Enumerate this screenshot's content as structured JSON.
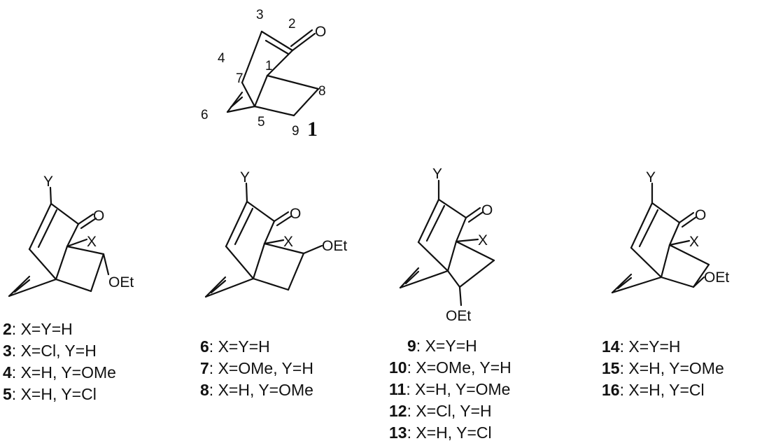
{
  "parent": {
    "id": "1",
    "positions": [
      "1",
      "2",
      "3",
      "4",
      "5",
      "6",
      "7",
      "8",
      "9"
    ],
    "oxygen": "O"
  },
  "atoms": {
    "Y": "Y",
    "X": "X",
    "O": "O",
    "OEt": "OEt"
  },
  "groups": [
    {
      "rows": [
        {
          "id": "2",
          "text": ": X=Y=H"
        },
        {
          "id": "3",
          "text": ": X=Cl, Y=H"
        },
        {
          "id": "4",
          "text": ": X=H, Y=OMe"
        },
        {
          "id": "5",
          "text": ": X=H, Y=Cl"
        }
      ]
    },
    {
      "rows": [
        {
          "id": "6",
          "text": ": X=Y=H"
        },
        {
          "id": "7",
          "text": ": X=OMe, Y=H"
        },
        {
          "id": "8",
          "text": ": X=H, Y=OMe"
        }
      ]
    },
    {
      "rows": [
        {
          "id": "9",
          "text": ": X=Y=H"
        },
        {
          "id": "10",
          "text": ": X=OMe, Y=H"
        },
        {
          "id": "11",
          "text": ": X=H, Y=OMe"
        },
        {
          "id": "12",
          "text": ": X=Cl, Y=H"
        },
        {
          "id": "13",
          "text": ": X=H, Y=Cl"
        }
      ]
    },
    {
      "rows": [
        {
          "id": "14",
          "text": ": X=Y=H"
        },
        {
          "id": "15",
          "text": ": X=H, Y=OMe"
        },
        {
          "id": "16",
          "text": ": X=H, Y=Cl"
        }
      ]
    }
  ]
}
